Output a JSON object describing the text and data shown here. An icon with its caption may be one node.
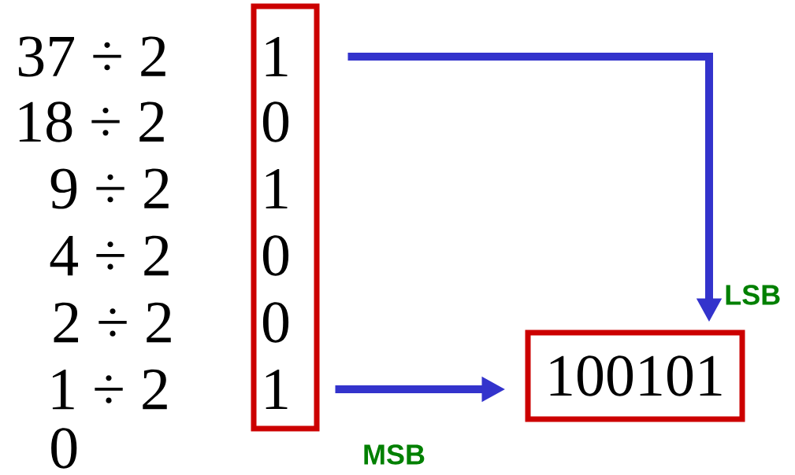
{
  "diagram": {
    "nodes": [
      {
        "text": [],
        "shape": "box"
      },
      {
        "text": [
          "1"
        ],
        "in": 0
      },
      {
        "text": [
          "0"
        ],
        "in": 0
      },
      {
        "text": [
          "1"
        ],
        "in": 0
      },
      {
        "text": [
          "0"
        ],
        "in": 0
      },
      {
        "text": [
          "0"
        ],
        "in": 0
      },
      {
        "text": [
          "1"
        ],
        "in": 0
      },
      {
        "text": [
          "100101"
        ]
      }
    ],
    "edges": [
      {
        "from": 1,
        "to": 7,
        "arrow": "to",
        "label": "LSB"
      },
      {
        "from": 6,
        "to": 7,
        "arrow": "to",
        "label": "MSB"
      }
    ],
    "labels": [
      "37 ÷ 2",
      "18 ÷ 2",
      "9 ÷ 2",
      "4 ÷ 2",
      "2 ÷ 2",
      "1 ÷ 2",
      "0"
    ]
  }
}
